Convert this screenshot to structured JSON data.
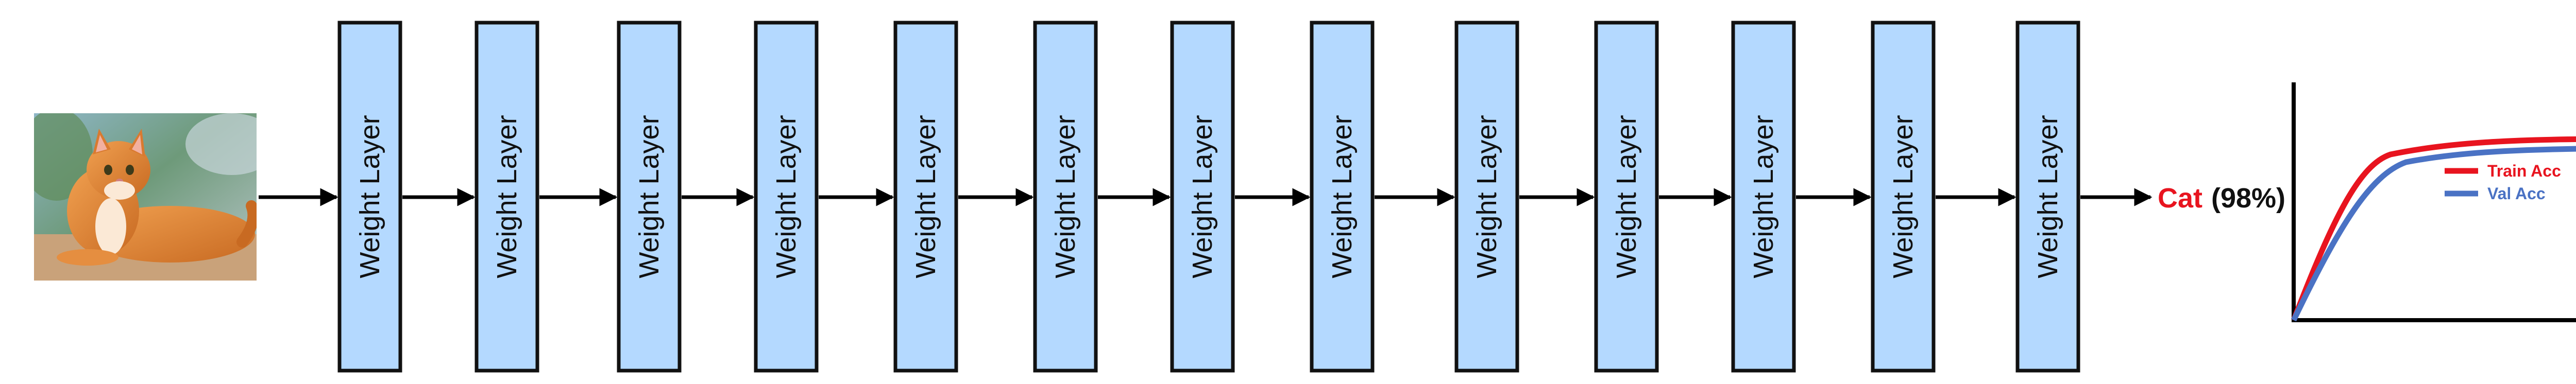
{
  "input_image": {
    "icon": "cat-photo"
  },
  "layers": [
    {
      "label": "Weight Layer"
    },
    {
      "label": "Weight Layer"
    },
    {
      "label": "Weight Layer"
    },
    {
      "label": "Weight Layer"
    },
    {
      "label": "Weight Layer"
    },
    {
      "label": "Weight Layer"
    },
    {
      "label": "Weight Layer"
    },
    {
      "label": "Weight Layer"
    },
    {
      "label": "Weight Layer"
    },
    {
      "label": "Weight Layer"
    },
    {
      "label": "Weight Layer"
    },
    {
      "label": "Weight Layer"
    },
    {
      "label": "Weight Layer"
    }
  ],
  "prediction": {
    "class_label": "Cat",
    "confidence_label": "(98%)"
  },
  "accuracy_plot": {
    "legend": [
      {
        "label": "Train Acc",
        "color": "#e8141f"
      },
      {
        "label": "Val Acc",
        "color": "#4a72c4"
      }
    ]
  },
  "colors": {
    "layer_fill": "#b4d9ff",
    "layer_stroke": "#111111",
    "arrow": "#000000",
    "prediction_class": "#e8141f"
  }
}
